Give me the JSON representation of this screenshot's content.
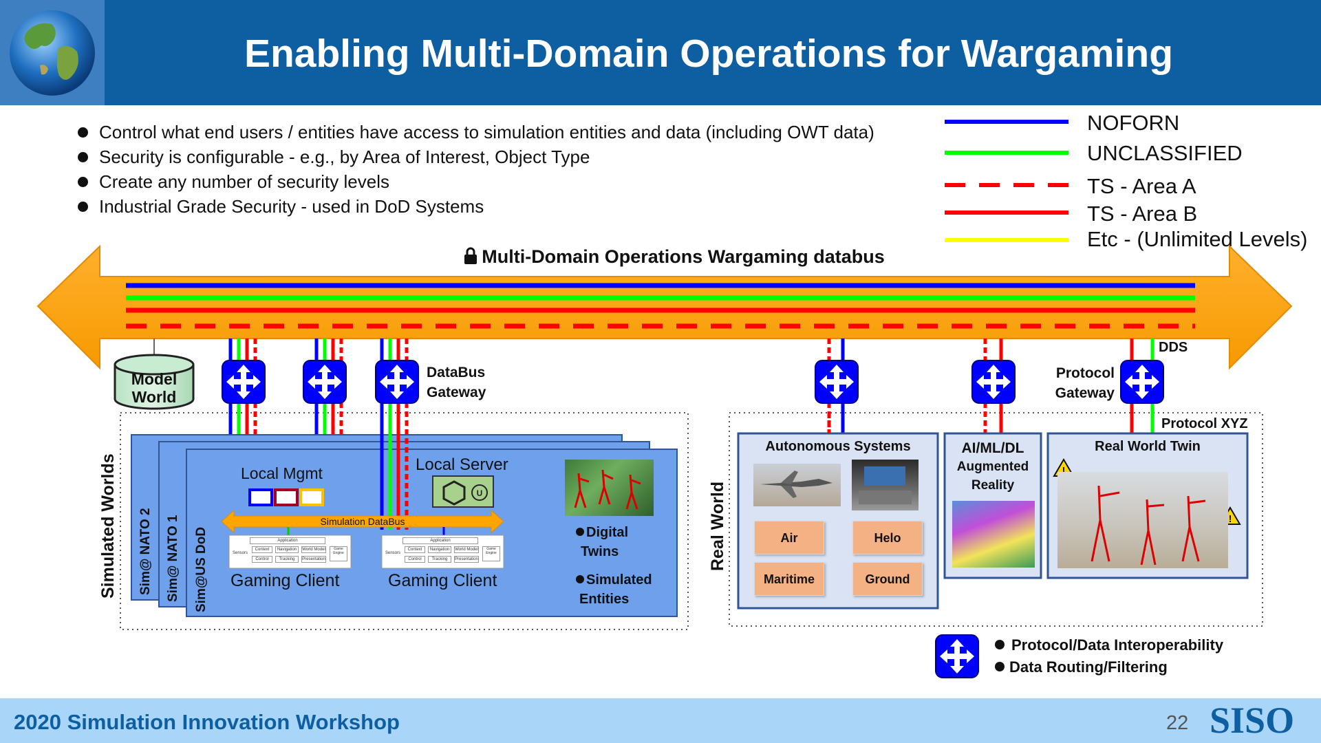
{
  "header": {
    "title": "Enabling Multi-Domain Operations for Wargaming"
  },
  "bullets": [
    "Control what end users / entities have access to simulation entities and data (including OWT data)",
    "Security is configurable - e.g., by Area of Interest, Object Type",
    "Create any number of security levels",
    "Industrial Grade Security - used in DoD Systems"
  ],
  "legend": [
    {
      "label": "NOFORN",
      "color": "#0000ff",
      "style": "solid"
    },
    {
      "label": "UNCLASSIFIED",
      "color": "#00ff00",
      "style": "solid"
    },
    {
      "label": "TS - Area A",
      "color": "#ff0000",
      "style": "dashed"
    },
    {
      "label": "TS - Area B",
      "color": "#ff0000",
      "style": "solid"
    },
    {
      "label": "Etc - (Unlimited Levels)",
      "color": "#ffff00",
      "style": "solid"
    }
  ],
  "bus": {
    "title": "Multi-Domain Operations Wargaming databus",
    "color": "#ffa500"
  },
  "model_world": {
    "line1": "Model",
    "line2": "World"
  },
  "labels": {
    "databus_gateway_1": "DataBus",
    "databus_gateway_2": "Gateway",
    "protocol_gateway_1": "Protocol",
    "protocol_gateway_2": "Gateway",
    "dds": "DDS",
    "protocol_xyz": "Protocol XYZ"
  },
  "simulated": {
    "group_label": "Simulated Worlds",
    "sims": [
      "Sim@ NATO 2",
      "Sim@ NATO 1",
      "Sim@US DoD"
    ],
    "local_mgmt": "Local Mgmt",
    "local_server": "Local Server",
    "simulation_databus": "Simulation DataBus",
    "gaming_client_1": "Gaming Client",
    "gaming_client_2": "Gaming Client",
    "digital_twins_1": "Digital",
    "digital_twins_2": "Twins",
    "simulated_entities_1": "Simulated",
    "simulated_entities_2": "Entities",
    "client_diagram": {
      "application": "Application",
      "cells": [
        "Sensors",
        "Context",
        "Navigation",
        "World Model",
        "Game Engine",
        "Control",
        "Tracking",
        "Presentation"
      ]
    }
  },
  "real": {
    "group_label": "Real World",
    "autonomous_title": "Autonomous Systems",
    "tiles": [
      "Air",
      "Helo",
      "Maritime",
      "Ground"
    ],
    "ai_1": "AI/ML/DL",
    "ai_2": "Augmented",
    "ai_3": "Reality",
    "twin_title": "Real World Twin"
  },
  "key": {
    "items": [
      "Protocol/Data Interoperability",
      "Data Routing/Filtering"
    ]
  },
  "footer": {
    "workshop": "2020 Simulation Innovation Workshop",
    "page_number": "22",
    "logo": "SISO"
  }
}
